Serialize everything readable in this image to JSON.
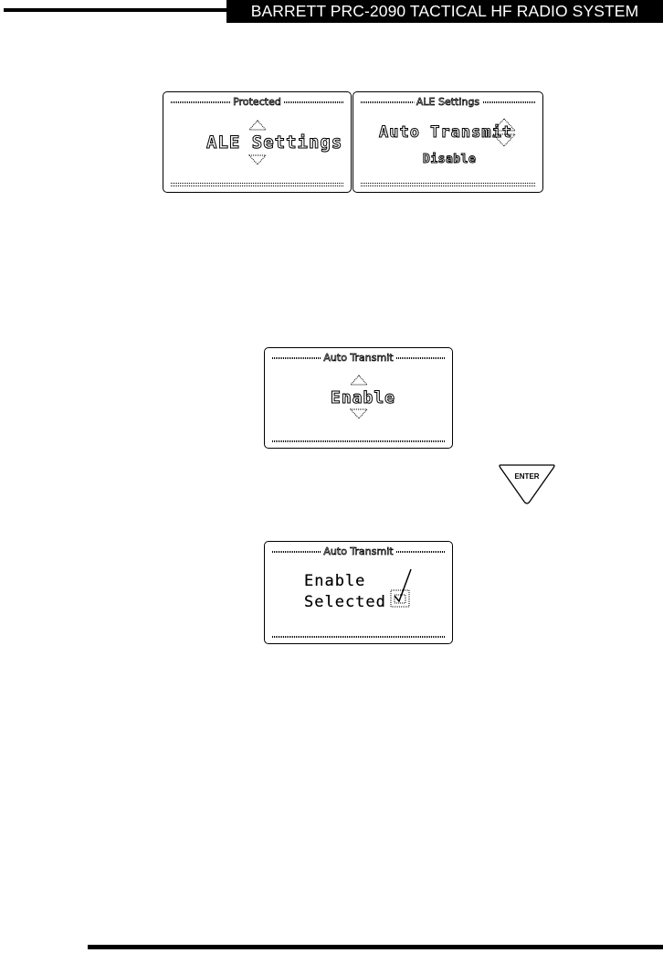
{
  "header": {
    "title": "BARRETT PRC-2090 TACTICAL HF RADIO SYSTEM"
  },
  "screens": [
    {
      "title": "Protected",
      "main": "ALE Settings"
    },
    {
      "title": "ALE Settings",
      "main": "Auto Transmit",
      "sub": "Disable"
    },
    {
      "title": "Auto Transmit",
      "main": "Enable"
    },
    {
      "title": "Auto Transmit",
      "line1": "Enable",
      "line2": "Selected"
    }
  ],
  "keys": {
    "enter": "ENTER"
  }
}
